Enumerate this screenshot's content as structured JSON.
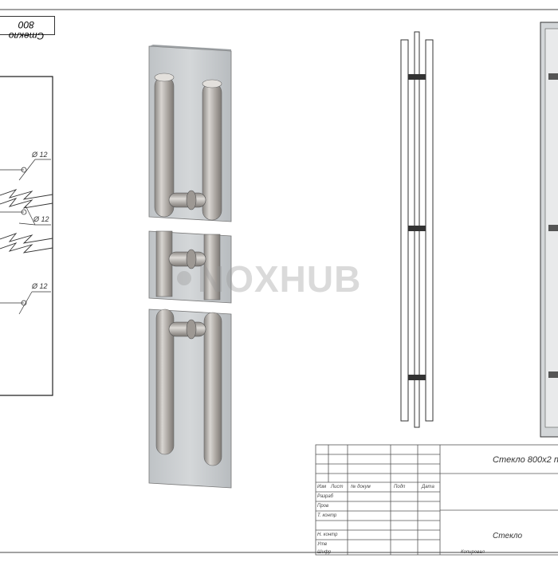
{
  "drawing": {
    "top_left_label": "Стекло 800",
    "diameter_labels": [
      "Ø 12",
      "Ø 12",
      "Ø 12"
    ],
    "watermark": "NOXHUB"
  },
  "title_block": {
    "name_line": "Стекло 800х2 п",
    "material": "Стекло",
    "header_cells": [
      "Изм",
      "Лист",
      "№ докум",
      "Подп",
      "Дата"
    ],
    "row_labels": [
      "Разраб",
      "Пров",
      "Т. контр",
      "Н. контр",
      "Утв"
    ],
    "bottom_left": "Шифр",
    "bottom_right": "Копировал"
  }
}
